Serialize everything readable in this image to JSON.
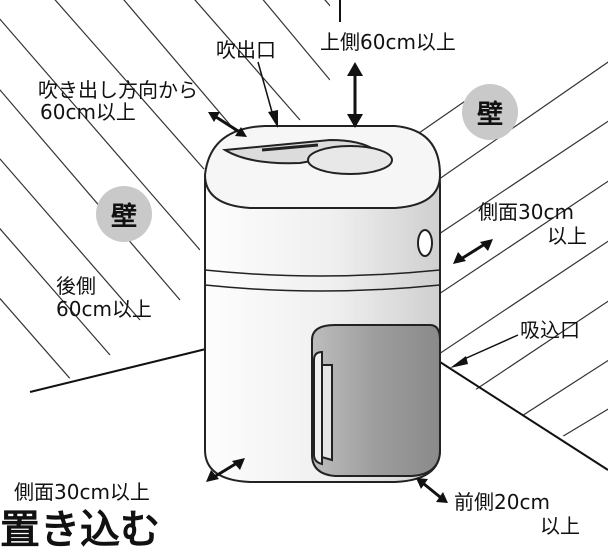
{
  "labels": {
    "outlet": "吹出口",
    "top": "上側60cm以上",
    "blow_dir_line1": "吹き出し方向から",
    "blow_dir_line2": "60cm以上",
    "right_side_line1": "側面30cm",
    "right_side_line2": "以上",
    "back_line1": "後側",
    "back_line2": "60cm以上",
    "inlet": "吸込口",
    "left_side": "側面30cm以上",
    "front_line1": "前側20cm",
    "front_line2": "以上"
  },
  "walls": {
    "left": "壁",
    "right": "壁"
  },
  "bottom_text": "置き込む",
  "colors": {
    "badge": "#c9c9c9",
    "body": "#f2f2f2",
    "tank": "#9a9a9a",
    "line": "#222222"
  }
}
